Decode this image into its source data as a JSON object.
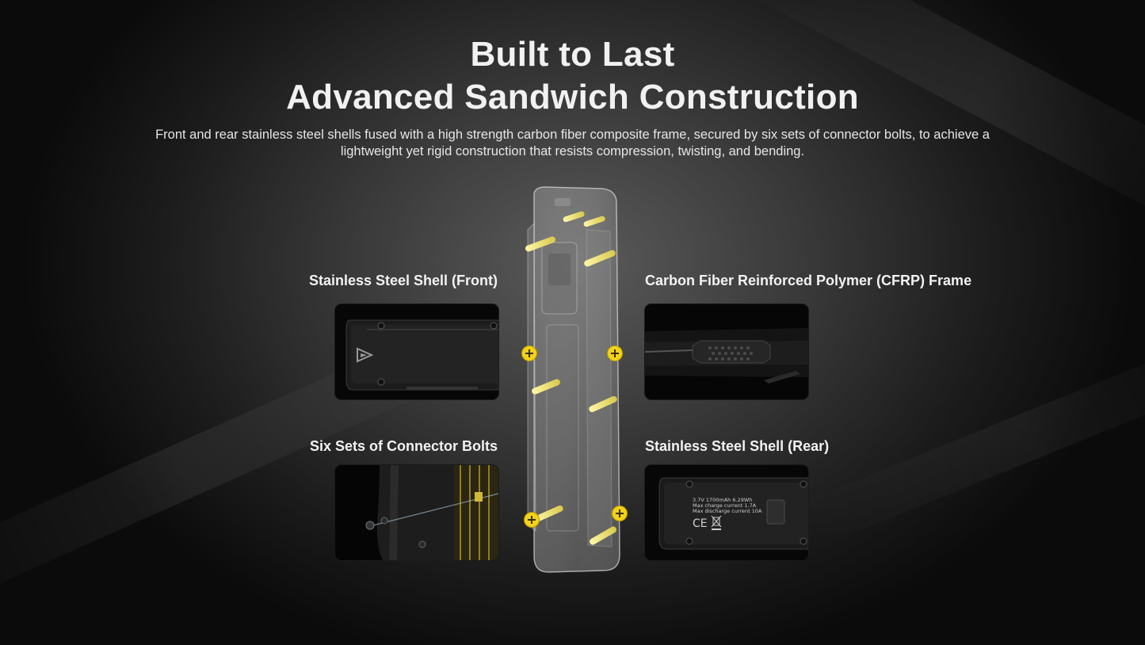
{
  "heading": {
    "line1": "Built to Last",
    "line2": "Advanced Sandwich Construction"
  },
  "description": "Front and rear stainless steel shells fused with a high strength carbon fiber composite frame, secured by six sets of connector bolts, to achieve a lightweight yet rigid construction that resists compression, twisting, and bending.",
  "features": {
    "front_shell": "Stainless Steel Shell (Front)",
    "cfrp_frame": "Carbon Fiber Reinforced Polymer (CFRP) Frame",
    "connector_bolts": "Six Sets of Connector Bolts",
    "rear_shell": "Stainless Steel Shell (Rear)"
  },
  "rear_label_text": {
    "line1": "3.7V 1700mAh 6.29Wh",
    "line2": "Max charge current 1.7A",
    "line3": "Max discharge current 10A",
    "marks": "CE"
  },
  "colors": {
    "accent_yellow": "#f3d21a",
    "background_dark": "#0c0c0c",
    "text_light": "#f1f1f1"
  },
  "icons": [
    "plus-marker-icon",
    "bolt-icon",
    "brand-logo-icon",
    "recycle-bin-icon"
  ]
}
